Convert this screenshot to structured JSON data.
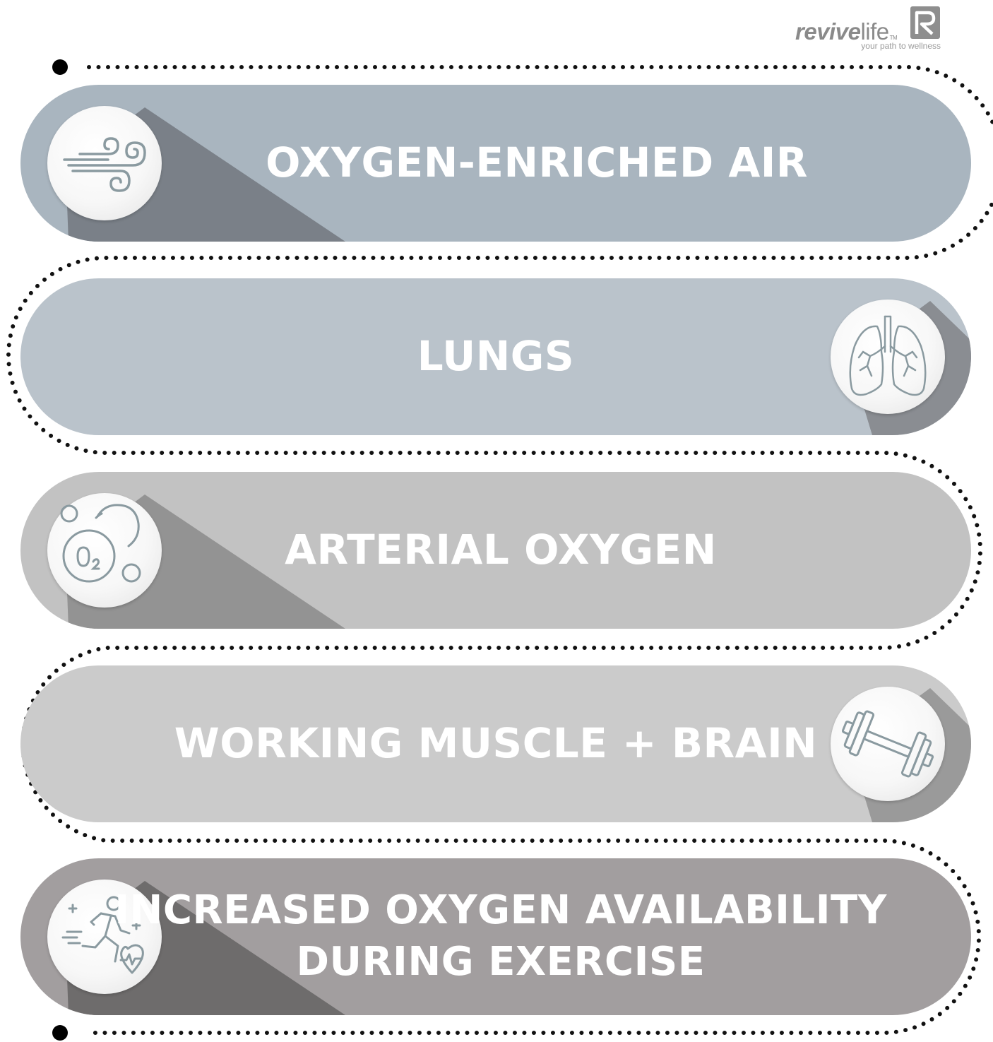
{
  "brand": {
    "name_bold": "revive",
    "name_light": "life",
    "trademark": "TM",
    "tagline": "your path to wellness"
  },
  "steps": [
    {
      "label": "OXYGEN-ENRICHED AIR",
      "icon": "wind-icon",
      "color": "#a9b5bf",
      "shadow": "#7a8088"
    },
    {
      "label": "LUNGS",
      "icon": "lungs-icon",
      "color": "#bac3cb",
      "shadow": "#8a8d92"
    },
    {
      "label": "ARTERIAL OXYGEN",
      "icon": "oxygen-bubbles-icon",
      "color": "#c2c2c2",
      "shadow": "#939393"
    },
    {
      "label": "WORKING MUSCLE + BRAIN",
      "icon": "dumbbell-icon",
      "color": "#cbcbcb",
      "shadow": "#9a9a9a"
    },
    {
      "label_line1": "INCREASED OXYGEN AVAILABILITY",
      "label_line2": "DURING EXERCISE",
      "icon": "runner-heart-icon",
      "color": "#a29e9f",
      "shadow": "#6e6c6c"
    }
  ]
}
